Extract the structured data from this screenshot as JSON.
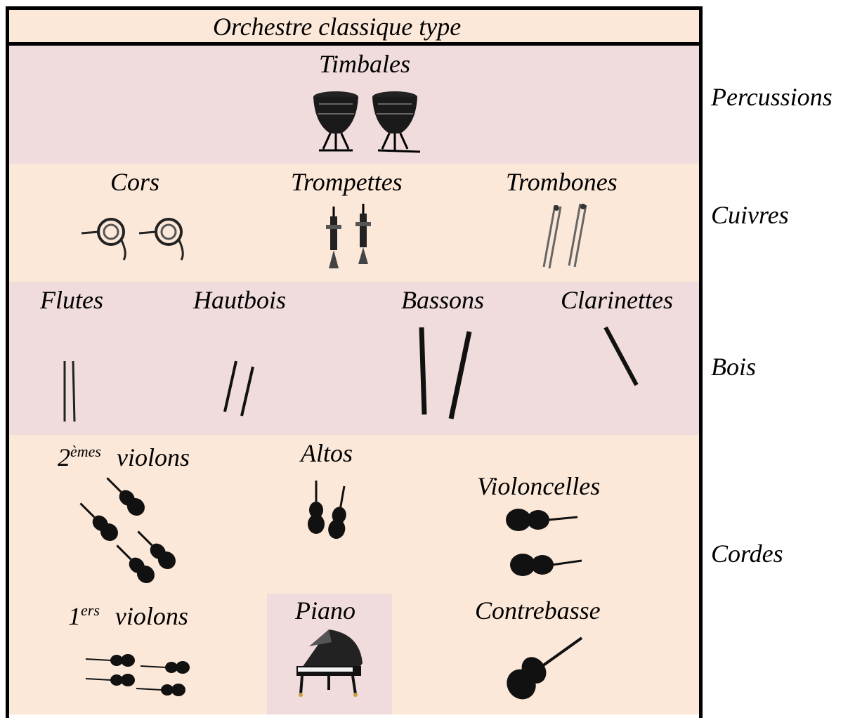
{
  "title": "Orchestre classique type",
  "groups": {
    "percussion": "Percussions",
    "brass": "Cuivres",
    "woodwinds": "Bois",
    "strings": "Cordes"
  },
  "instruments": {
    "timpani": "Timbales",
    "horns": "Cors",
    "trumpets": "Trompettes",
    "trombones": "Trombones",
    "flutes": "Flutes",
    "oboes": "Hautbois",
    "bassoons": "Bassons",
    "clarinets": "Clarinettes",
    "second_violins_num": "2",
    "second_violins_sup": "èmes",
    "second_violins_word": "violons",
    "violas": "Altos",
    "cellos": "Violoncelles",
    "first_violins_num": "1",
    "first_violins_sup": "ers",
    "first_violins_word": "violons",
    "piano": "Piano",
    "double_bass": "Contrebasse"
  },
  "colors": {
    "pink_band": "#f0dcdc",
    "peach_band": "#fce8d8",
    "border": "#000000"
  }
}
